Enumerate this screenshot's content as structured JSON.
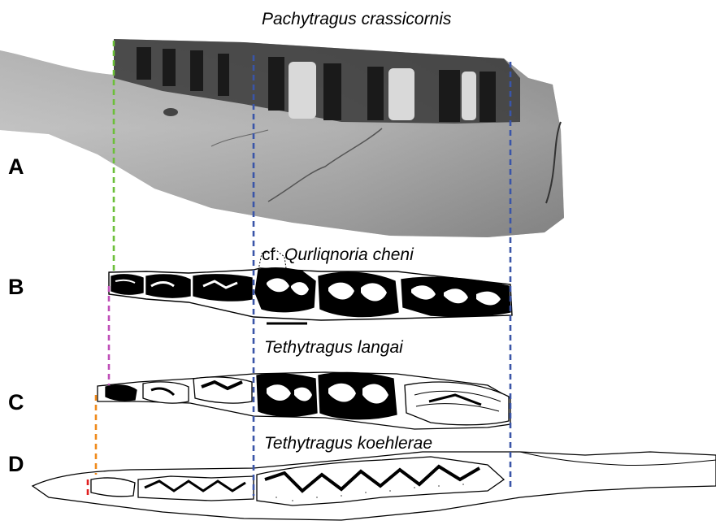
{
  "figure": {
    "panels": [
      {
        "label": "A",
        "species": "Pachytragus crassicornis"
      },
      {
        "label": "B",
        "prefix": "cf. ",
        "species": "Qurliqnoria cheni"
      },
      {
        "label": "C",
        "species": "Tethytragus langai"
      },
      {
        "label": "D",
        "species": "Tethytragus koehlerae"
      }
    ],
    "guide_colors": {
      "molar_boundaries": "#3a55a8",
      "premolar_start_A": "#6cbf3a",
      "premolar_start_B": "#c050b8",
      "premolar_start_C": "#f08a1c",
      "premolar_start_D": "#e02020"
    }
  }
}
